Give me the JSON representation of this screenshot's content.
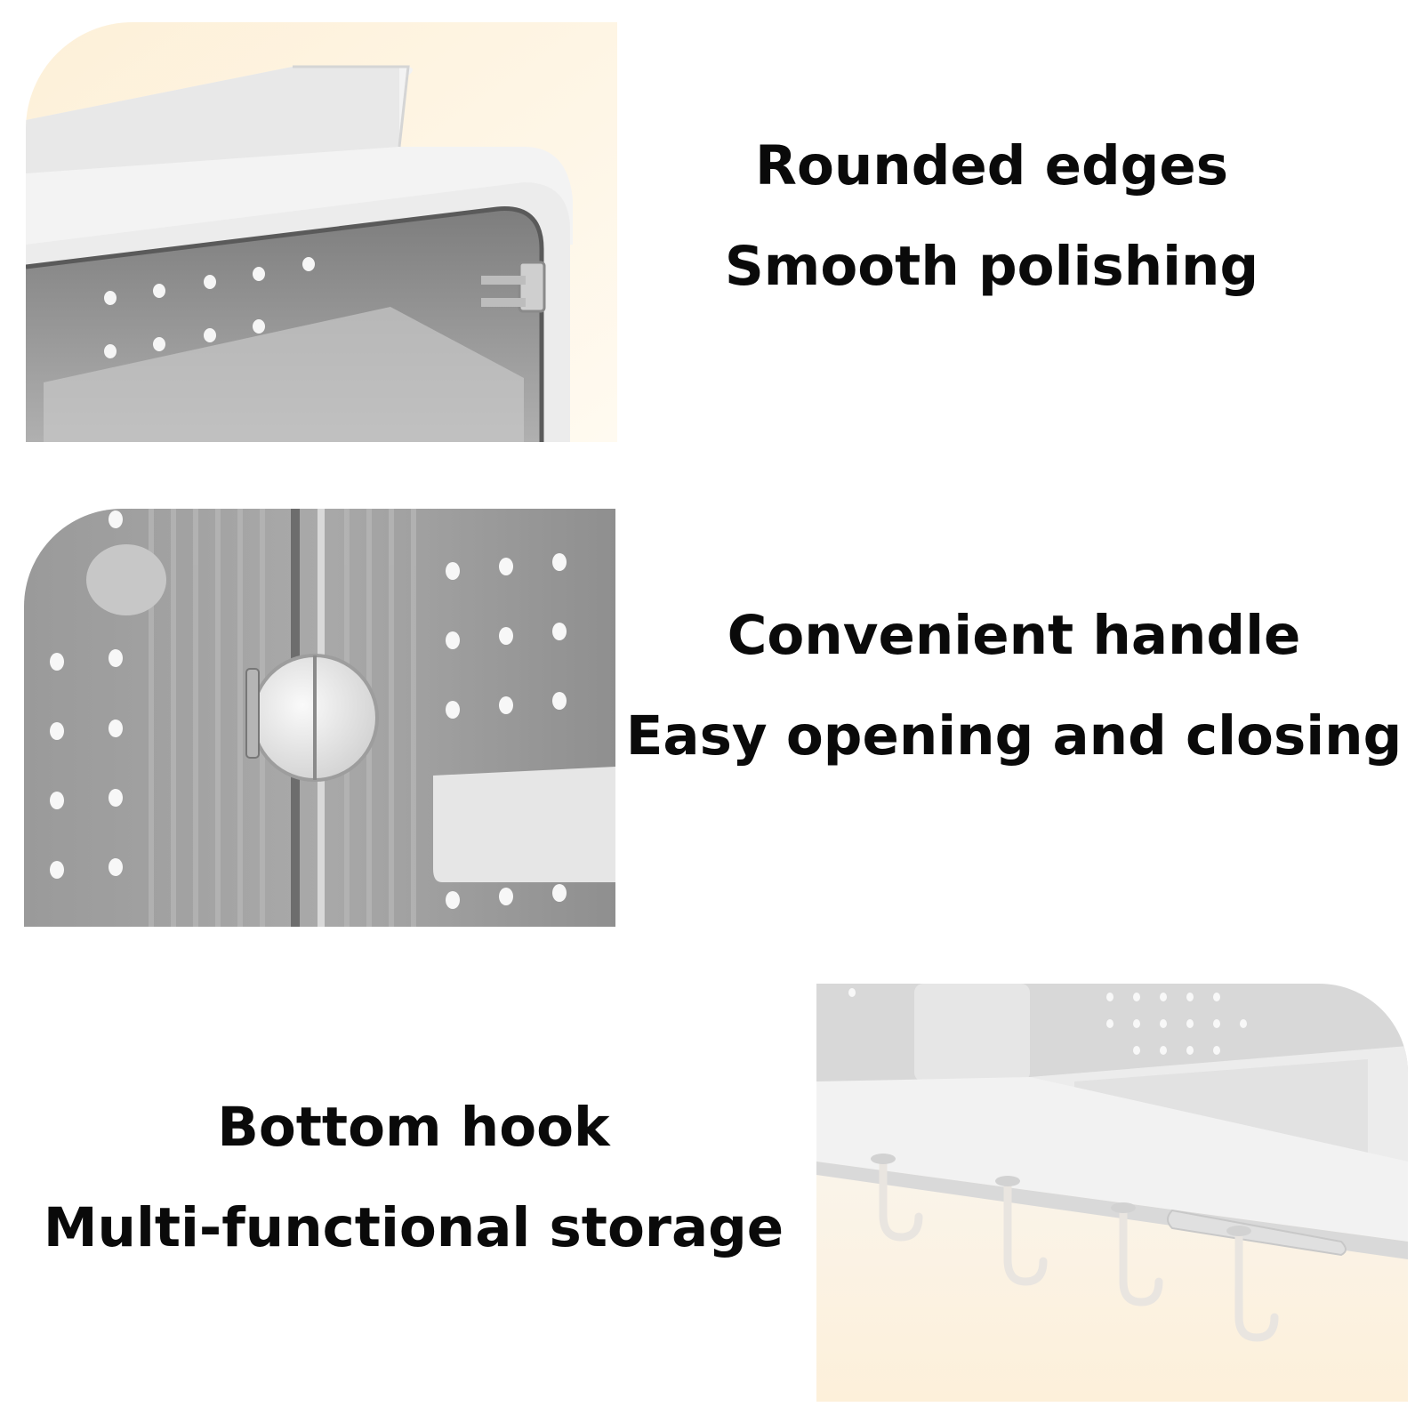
{
  "features": [
    {
      "title": "Rounded edges",
      "subtitle": "Smooth polishing",
      "image": "cabinet-rounded-edge-photo"
    },
    {
      "title": "Convenient handle",
      "subtitle": "Easy opening and closing",
      "image": "cabinet-round-handle-photo"
    },
    {
      "title": "Bottom hook",
      "subtitle": "Multi-functional storage",
      "image": "cabinet-bottom-hooks-photo"
    }
  ],
  "colors": {
    "background": "#ffffff",
    "panel_cream": "#fdf3e3",
    "cabinet_white": "#f1f1f1",
    "smoked_glass": "#8f8f8f",
    "text": "#0a0a0a"
  }
}
